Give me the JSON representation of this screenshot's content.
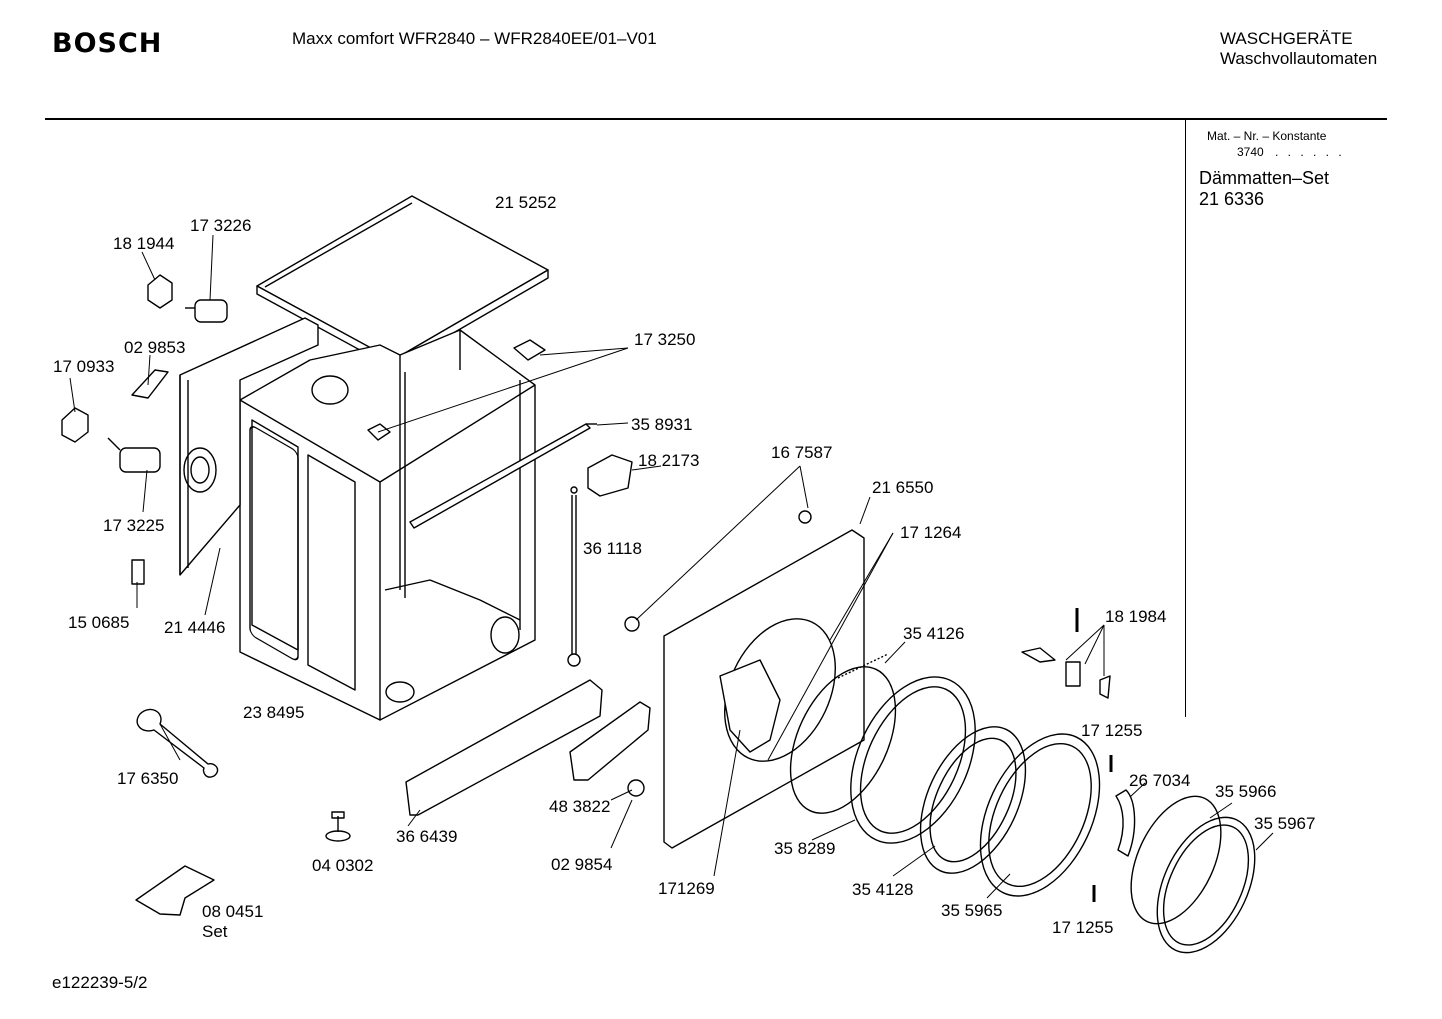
{
  "header": {
    "brand": "BOSCH",
    "model_title": "Maxx comfort WFR2840 – WFR2840EE/01–V01",
    "category_line1": "WASCHGERÄTE",
    "category_line2": "Waschvollautomaten"
  },
  "sidebar": {
    "mat_label": "Mat. – Nr. – Konstante",
    "mat_value": "3740",
    "mat_dots": ". . . . . .",
    "set_name": "Dämmatten–Set",
    "set_number": "21 6336"
  },
  "footer": {
    "drawing_id": "e122239-5/2"
  },
  "part_labels": {
    "p215252": "21 5252",
    "p173226": "17 3226",
    "p181944": "18 1944",
    "p029853": "02 9853",
    "p170933": "17 0933",
    "p173250": "17 3250",
    "p358931": "35 8931",
    "p182173": "18 2173",
    "p173225": "17 3225",
    "p167587": "16 7587",
    "p216550": "21 6550",
    "p361118": "36 1118",
    "p171264": "17 1264",
    "p150685": "15 0685",
    "p214446": "21 4446",
    "p181984": "18 1984",
    "p354126": "35 4126",
    "p238495": "23 8495",
    "p171255a": "17 1255",
    "p176350": "17 6350",
    "p267034": "26 7034",
    "p355966": "35 5966",
    "p483822": "48 3822",
    "p355967": "35 5967",
    "p366439": "36 6439",
    "p358289": "35 8289",
    "p029854": "02 9854",
    "p040302": "04 0302",
    "p171269": "171269",
    "p354128": "35 4128",
    "p355965": "35 5965",
    "p080451": "08 0451",
    "p080451set": "Set",
    "p171255b": "17 1255"
  }
}
